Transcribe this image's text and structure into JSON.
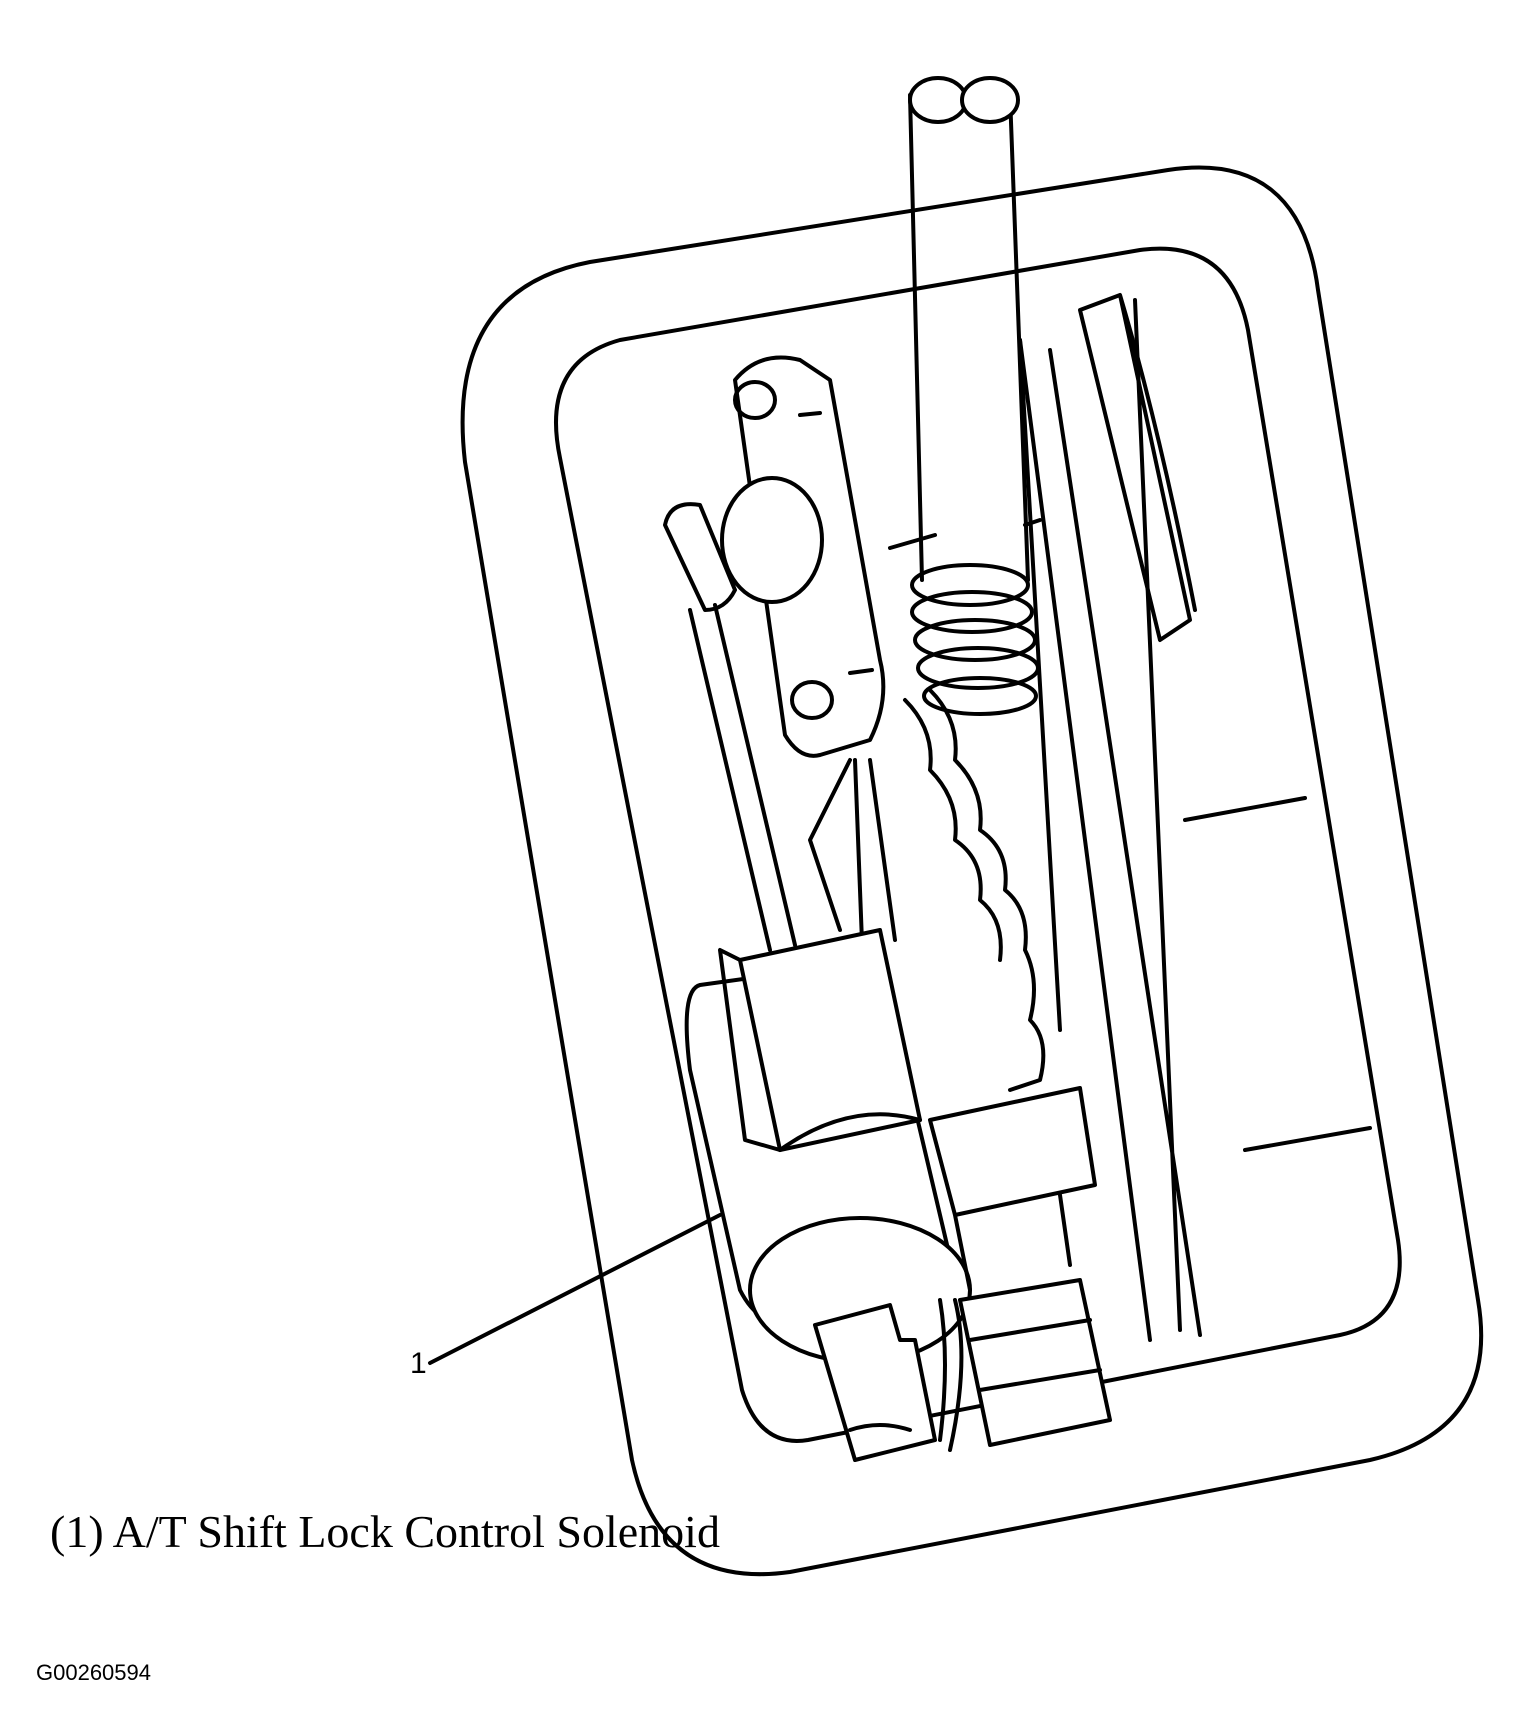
{
  "diagram": {
    "callout_label": "1",
    "caption": "(1) A/T Shift Lock Control Solenoid",
    "figure_id": "G00260594"
  }
}
